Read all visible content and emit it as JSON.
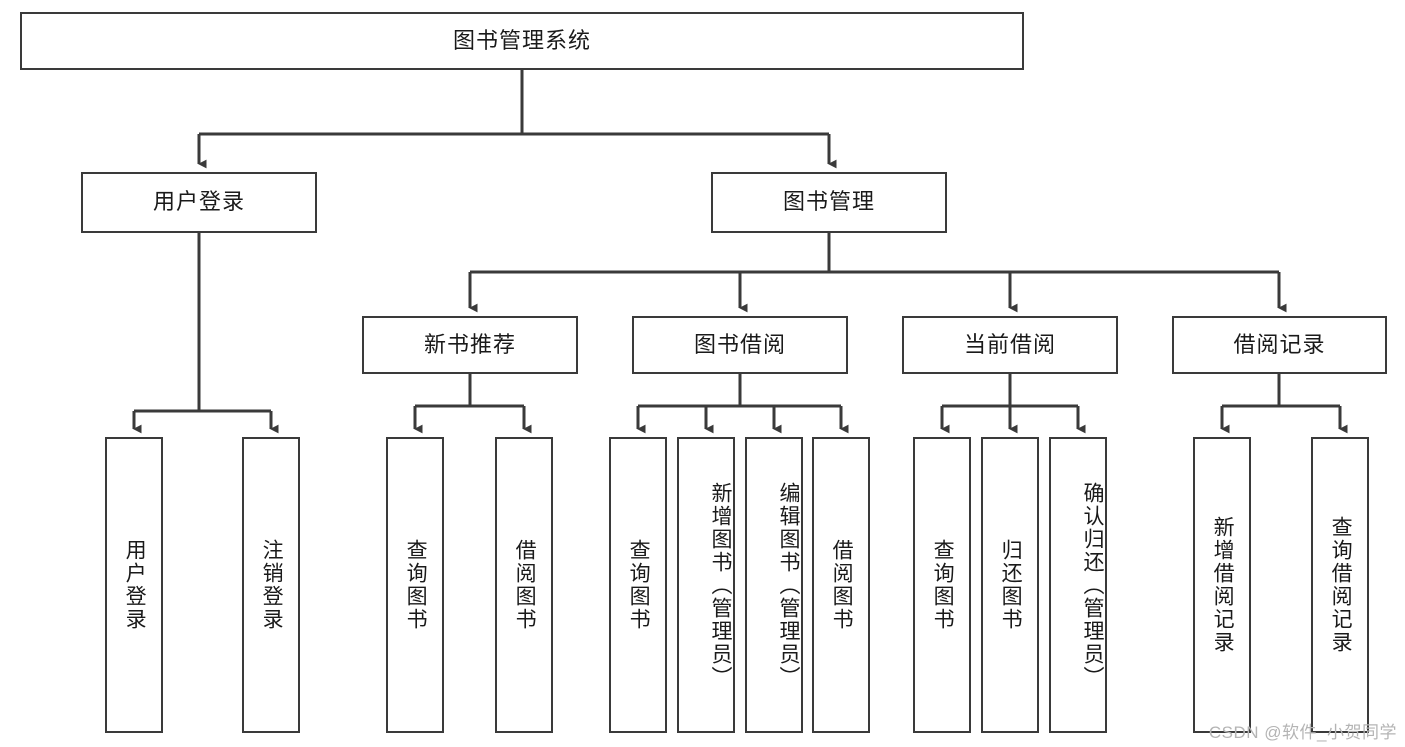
{
  "diagram": {
    "title": "图书管理系统",
    "type": "hierarchy-tree",
    "colors": {
      "box_border": "#3a3a3a",
      "box_fill": "#ffffff",
      "connector": "#3a3a3a",
      "text": "#1a1a1a",
      "watermark": "#b4b4b4",
      "background": "#ffffff"
    },
    "watermark": "CSDN @软件_小贺同学"
  },
  "nodes": {
    "root": {
      "label": "图书管理系统",
      "level": 0
    },
    "level1": [
      {
        "id": "user-login",
        "label": "用户登录"
      },
      {
        "id": "book-manage",
        "label": "图书管理"
      }
    ],
    "level2": [
      {
        "id": "new-book-recommend",
        "label": "新书推荐"
      },
      {
        "id": "book-borrow",
        "label": "图书借阅"
      },
      {
        "id": "current-borrow",
        "label": "当前借阅"
      },
      {
        "id": "borrow-record",
        "label": "借阅记录"
      }
    ],
    "leaves": {
      "user_login": [
        {
          "id": "leaf-user-login",
          "label": "用户登录"
        },
        {
          "id": "leaf-logout",
          "label": "注销登录"
        }
      ],
      "new_book_recommend": [
        {
          "id": "leaf-query-book-1",
          "label": "查询图书"
        },
        {
          "id": "leaf-borrow-book-1",
          "label": "借阅图书"
        }
      ],
      "book_borrow": [
        {
          "id": "leaf-query-book-2",
          "label": "查询图书"
        },
        {
          "id": "leaf-add-book",
          "label": "新增图书（管理员）"
        },
        {
          "id": "leaf-edit-book",
          "label": "编辑图书（管理员）"
        },
        {
          "id": "leaf-borrow-book-2",
          "label": "借阅图书"
        }
      ],
      "current_borrow": [
        {
          "id": "leaf-query-book-3",
          "label": "查询图书"
        },
        {
          "id": "leaf-return-book",
          "label": "归还图书"
        },
        {
          "id": "leaf-confirm-return",
          "label": "确认归还（管理员）"
        }
      ],
      "borrow_record": [
        {
          "id": "leaf-add-record",
          "label": "新增借阅记录"
        },
        {
          "id": "leaf-query-record",
          "label": "查询借阅记录"
        }
      ]
    }
  }
}
